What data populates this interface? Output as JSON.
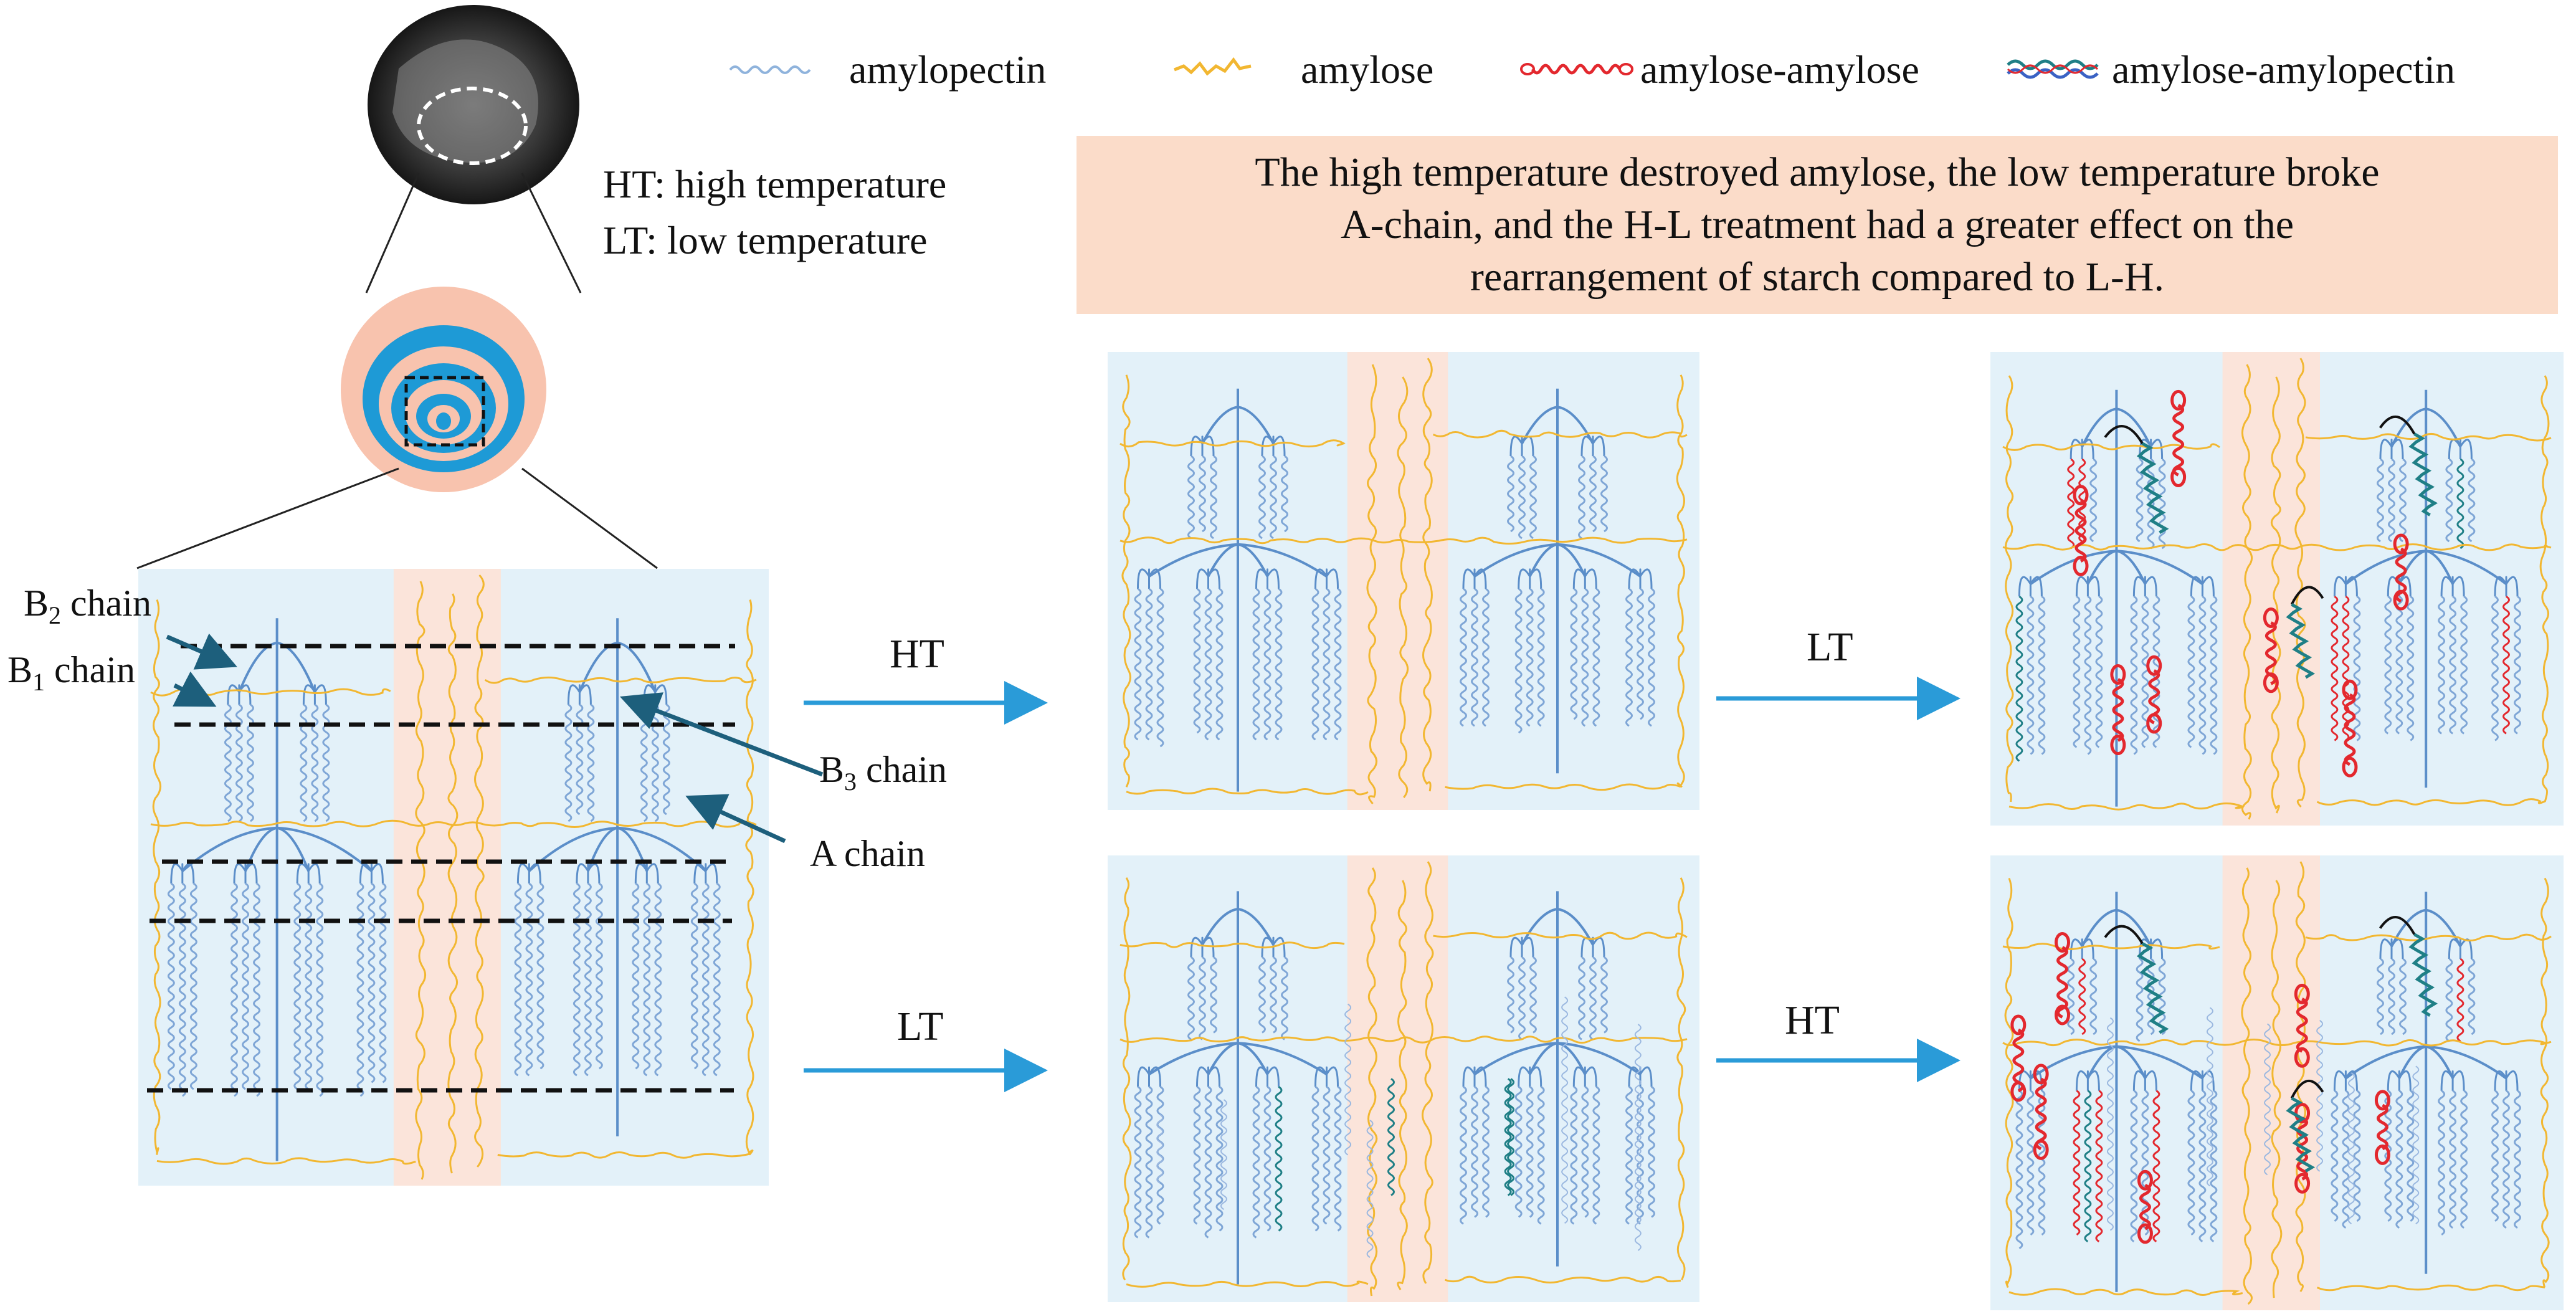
{
  "legend": {
    "amylopectin": "amylopectin",
    "amylose": "amylose",
    "amylose_amylose": "amylose-amylose",
    "amylose_amylopectin": "amylose-amylopectin"
  },
  "abbreviations": {
    "ht": "HT: high temperature",
    "lt": "LT: low temperature"
  },
  "summary": "The high temperature destroyed amylose, the low temperature broke A-chain, and the H-L treatment had a greater effect on the rearrangement of starch compared to L-H.",
  "summary_lines": [
    "The high temperature destroyed amylose, the low temperature broke",
    "A-chain, and the H-L treatment had a greater effect on the",
    "rearrangement of starch compared to L-H."
  ],
  "chains": {
    "b2": {
      "main": "B",
      "sub": "2",
      "rest": " chain"
    },
    "b1": {
      "main": "B",
      "sub": "1",
      "rest": " chain"
    },
    "b3": {
      "main": "B",
      "sub": "3",
      "rest": " chain"
    },
    "a": "A chain"
  },
  "arrows": {
    "top_first": "HT",
    "top_second": "LT",
    "bottom_first": "LT",
    "bottom_second": "HT"
  },
  "colors": {
    "panel_blue": "#e3f1f9",
    "panel_peach": "#fbe4da",
    "amylose_yellow": "#f2b731",
    "amylopectin_blue": "#5b8ec9",
    "ring_blue": "#1e9ad6",
    "ring_peach": "#f8c3ae",
    "arrow_blue": "#2a9bd8",
    "pointer_teal": "#1d5f7c",
    "amylose_amylose_red": "#e3282e",
    "amylose_amylopectin_teal": "#1f7f86"
  }
}
